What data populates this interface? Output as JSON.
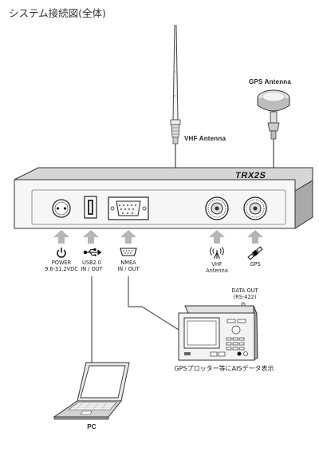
{
  "title": "システム接続図(全体)",
  "device_name": "TRX2S",
  "antennas": {
    "vhf": "VHF Antenna",
    "gps": "GPS Antenna"
  },
  "ports": {
    "power": {
      "line1": "POWER",
      "line2": "9.6-31.2VDC"
    },
    "usb": {
      "line1": "USB2.0",
      "line2": "IN / OUT"
    },
    "nmea": {
      "line1": "NMEA",
      "line2": "IN / OUT"
    },
    "vhf": {
      "line1": "VHF",
      "line2": "Antenna"
    },
    "gps": {
      "line1": "GPS"
    }
  },
  "plotter": {
    "data_out_line1": "DATA OUT",
    "data_out_line2": "(RS-422)",
    "caption": "GPSプロッター等にAISデータ表示"
  },
  "pc_label": "PC",
  "icons": [
    "power-icon",
    "usb-icon",
    "serial-port-icon",
    "antenna-signal-icon",
    "satellite-icon"
  ]
}
